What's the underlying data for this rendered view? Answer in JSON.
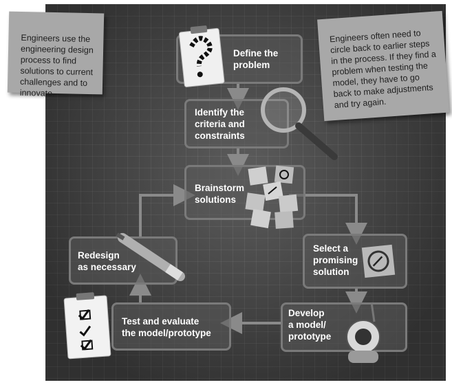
{
  "notes": {
    "left": "Engineers use the engineering design process to find solutions to current challenges and to innovate.",
    "right": "Engineers often need to circle back to earlier steps in the process. If they find a problem when testing the model, they have to go back to make adjustments and try again."
  },
  "steps": [
    {
      "lines": [
        "Define the",
        "problem"
      ]
    },
    {
      "lines": [
        "Identify the",
        "criteria and",
        "constraints"
      ]
    },
    {
      "lines": [
        "Brainstorm",
        "solutions"
      ]
    },
    {
      "lines": [
        "Select a",
        "promising",
        "solution"
      ]
    },
    {
      "lines": [
        "Develop",
        "a model/",
        "prototype"
      ]
    },
    {
      "lines": [
        "Test and evaluate",
        "the model/prototype"
      ]
    },
    {
      "lines": [
        "Redesign",
        "as necessary"
      ]
    }
  ],
  "colors": {
    "board": "#4a4a4a",
    "box_border": "#7a7a7a",
    "note": "#a8a8a8",
    "arrow": "#8a8a8a"
  },
  "icons": [
    "question-mark-clipboard-icon",
    "magnifying-glass-icon",
    "sticky-notes-icon",
    "sticky-note-arrow-icon",
    "robot-icon",
    "checklist-clipboard-icon",
    "pencil-icon"
  ]
}
